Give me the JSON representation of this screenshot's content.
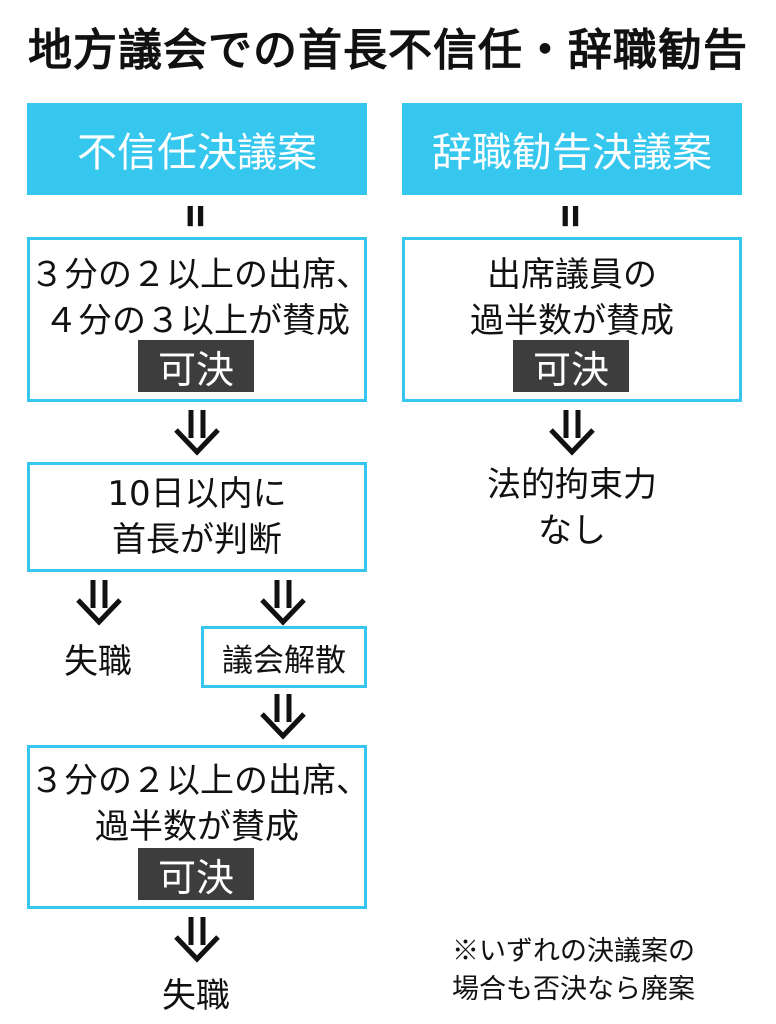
{
  "title": "地方議会での首長不信任・辞職勧告",
  "left": {
    "header": "不信任決議案",
    "equals": "II",
    "vote1": {
      "lines": [
        "３分の２以上の出席、",
        "４分の３以上が賛成"
      ],
      "result": "可決"
    },
    "decision": {
      "lines": [
        "10日以内に",
        "首長が判断"
      ]
    },
    "option_lose": "失職",
    "option_dissolve": "議会解散",
    "vote2": {
      "lines": [
        "３分の２以上の出席、",
        "過半数が賛成"
      ],
      "result": "可決"
    },
    "final": "失職"
  },
  "right": {
    "header": "辞職勧告決議案",
    "equals": "II",
    "vote": {
      "lines": [
        "出席議員の",
        "過半数が賛成"
      ],
      "result": "可決"
    },
    "outcome": {
      "lines": [
        "法的拘束力",
        "なし"
      ]
    }
  },
  "note": {
    "lines": [
      "※いずれの決議案の",
      "場合も否決なら廃案"
    ]
  },
  "colors": {
    "accent": "#36c7ef",
    "badge": "#3d3d3d",
    "text": "#111111"
  }
}
